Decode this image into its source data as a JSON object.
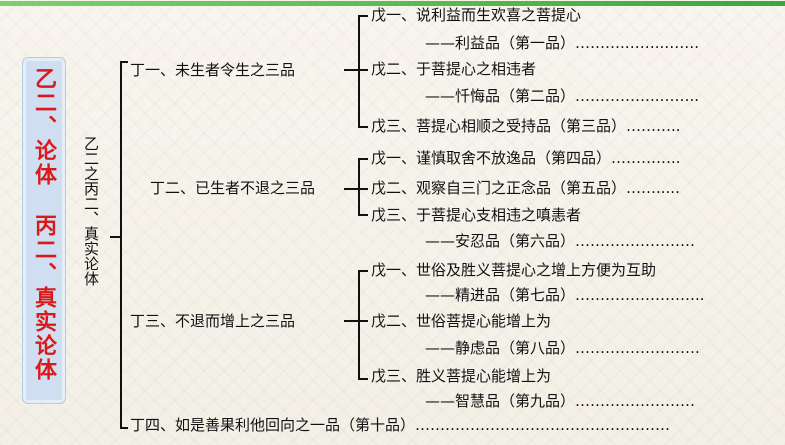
{
  "sidebar": {
    "label": "乙二、论体 丙二、真实论体"
  },
  "title_vertical": "乙二之丙二、真实论体",
  "tree": {
    "groups": [
      {
        "label": "丁一、未生者令生之三品",
        "items": [
          {
            "line1": "戊一、说利益而生欢喜之菩提心",
            "line2": "——利益品（第一品）……….……..……."
          },
          {
            "line1": "戊二、于菩提心之相违者",
            "line2": "——忏悔品（第二品）……………..…….."
          },
          {
            "line1": "戊三、菩提心相顺之受持品（第三品）………..",
            "line2": ""
          }
        ]
      },
      {
        "label": "丁二、已生者不退之三品",
        "items": [
          {
            "line1": "戊一、谨慎取舍不放逸品（第四品）…………..",
            "line2": ""
          },
          {
            "line1": "戊二、观察自三门之正念品（第五品）…….....",
            "line2": ""
          },
          {
            "line1": "戊三、于菩提心支相违之嗔恚者",
            "line2": "——安忍品（第六品）……………………"
          }
        ]
      },
      {
        "label": "丁三、不退而增上之三品",
        "items": [
          {
            "line1": "戊一、世俗及胜义菩提心之增上方便为互助",
            "line2": "——精进品（第七品）…………………….."
          },
          {
            "line1": "戊二、世俗菩提心能增上为",
            "line2": "——静虑品（第八品）……………………."
          },
          {
            "line1": "戊三、胜义菩提心能增上为",
            "line2": "——智慧品（第九品）……………………"
          }
        ]
      },
      {
        "label": "丁四、如是善果利他回向之一品（第十品）……………………………………………",
        "items": []
      }
    ]
  }
}
